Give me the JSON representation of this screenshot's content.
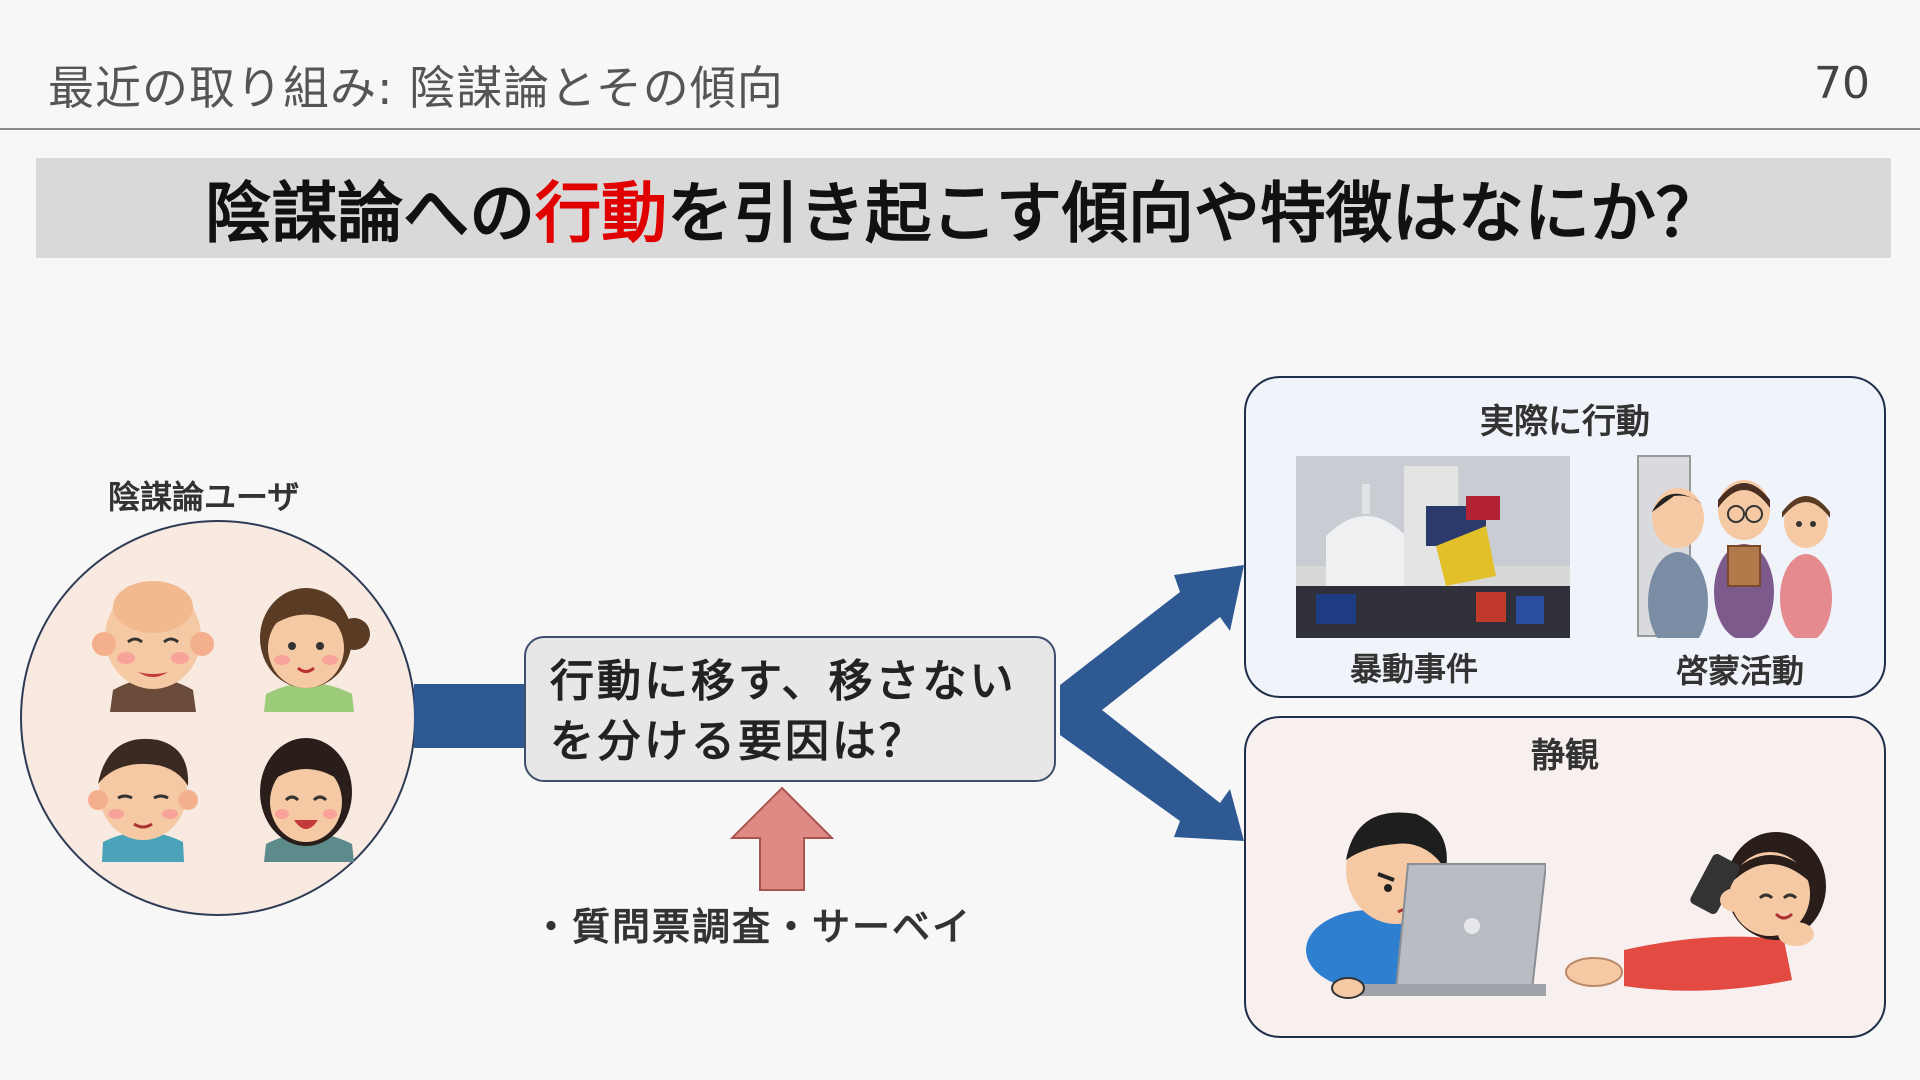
{
  "header": {
    "title": "最近の取り組み: 陰謀論とその傾向",
    "page_number": "70"
  },
  "question": {
    "before": "陰謀論への",
    "highlight": "行動",
    "after": "を引き起こす傾向や特徴はなにか？",
    "highlight_color": "#e00000",
    "banner_color": "#d9d9d9"
  },
  "users": {
    "label": "陰謀論ユーザ"
  },
  "factor": {
    "line1": "行動に移す、移さない",
    "line2": "を分ける要因は？"
  },
  "survey": {
    "label": "・質問票調査・サーベイ"
  },
  "outcomes": {
    "action": {
      "title": "実際に行動",
      "items": [
        {
          "caption": "暴動事件"
        },
        {
          "caption": "啓蒙活動"
        }
      ]
    },
    "observe": {
      "title": "静観"
    }
  },
  "colors": {
    "arrow_blue": "#2f5993",
    "up_arrow_fill": "#e08a85"
  }
}
